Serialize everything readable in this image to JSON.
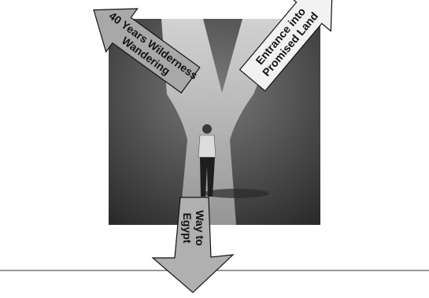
{
  "arrows": {
    "wilderness": {
      "line1": "40 Years Wilderness",
      "line2": "Wandering",
      "fill": "#a8a8a8"
    },
    "promised_land": {
      "line1": "Entrance into",
      "line2": "Promised Land",
      "fill": "#f2f2f2"
    },
    "egypt": {
      "line1": "Way to",
      "line2": "Egypt",
      "fill": "#b0b0b0"
    }
  },
  "illustration": {
    "subject": "man standing at a Y-shaped fork in the road",
    "style": "grayscale"
  },
  "colors": {
    "arrow_stroke": "#111111",
    "rule_line": "#333333",
    "background": "#ffffff"
  }
}
